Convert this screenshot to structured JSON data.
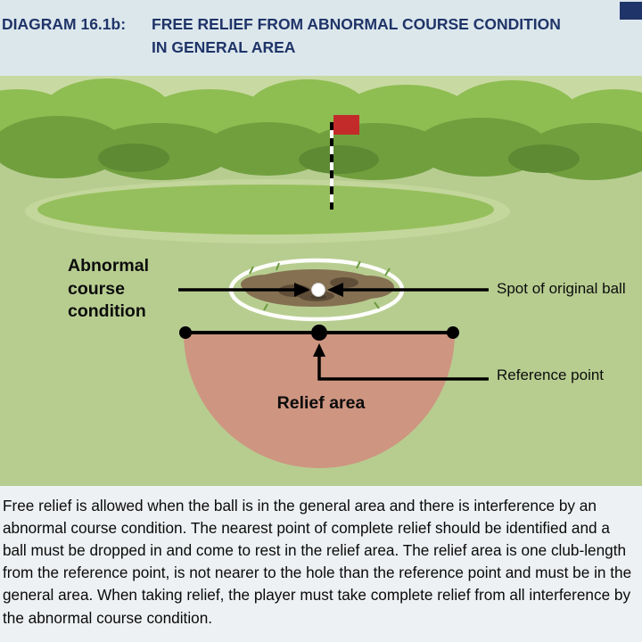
{
  "header": {
    "label": "DIAGRAM 16.1b:",
    "title_line1": "FREE RELIEF FROM ABNORMAL COURSE CONDITION",
    "title_line2": "IN GENERAL AREA"
  },
  "diagram": {
    "labels": {
      "abnormal": "Abnormal course condition",
      "spot": "Spot of original ball",
      "reference": "Reference point",
      "relief": "Relief area"
    },
    "colors": {
      "grass": "#b7cd90",
      "sky_strip": "#c8daa2",
      "tree_light": "#8ebd52",
      "tree_dark": "#719f3e",
      "tree_darker": "#5d8a33",
      "collar": "#c3d69b",
      "green": "#95bf5c",
      "flag": "#c32b2b",
      "patch": "#857052",
      "patch_dark": "#5f4d38",
      "relief_fill": "#cf9181",
      "line": "#000000",
      "navy": "#1f3468"
    }
  },
  "caption": {
    "text": "Free relief is allowed when the ball is in the general area and there is interference by an abnormal course condition. The nearest point of complete relief should be identified and a ball must be dropped in and come to rest in the relief area. The relief area is one club-length from the reference point, is not nearer to the hole than the reference point and must be in the general area. When taking relief, the player must take complete relief from all interference by the abnormal course condition."
  }
}
